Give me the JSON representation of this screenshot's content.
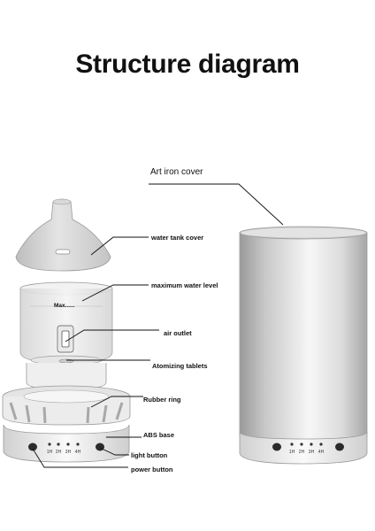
{
  "title": "Structure diagram",
  "labels": {
    "art_iron_cover": "Art iron cover",
    "water_tank_cover": "water tank cover",
    "maximum_water_level": "maximum water level",
    "max_mark": "Max......",
    "air_outlet": "air outlet",
    "atomizing_tablets": "Atomizing tablets",
    "rubber_ring": "Rubber ring",
    "abs_base": "ABS base",
    "light_button": "light button",
    "power_button": "power button"
  },
  "timer_labels": [
    "1H",
    "2H",
    "3H",
    "4H"
  ]
}
